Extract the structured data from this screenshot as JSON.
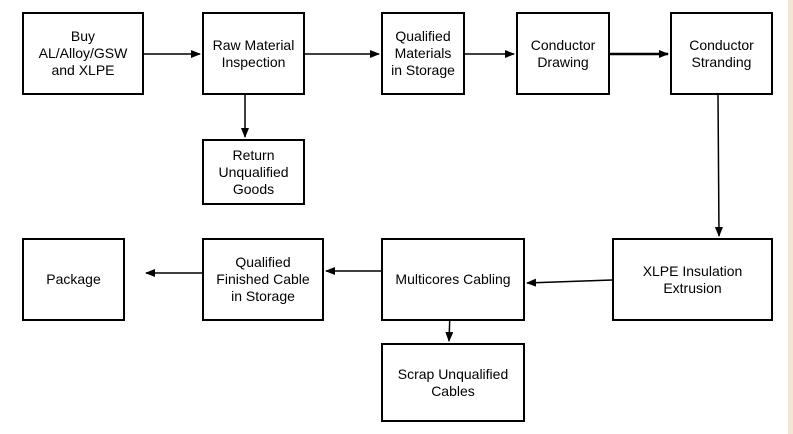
{
  "diagram": {
    "nodes": [
      {
        "id": "buy",
        "label": "Buy\nAL/Alloy/GSW\nand XLPE"
      },
      {
        "id": "inspect",
        "label": "Raw Material\nInspection"
      },
      {
        "id": "storage",
        "label": "Qualified\nMaterials\nin Storage"
      },
      {
        "id": "drawing",
        "label": "Conductor\nDrawing"
      },
      {
        "id": "stranding",
        "label": "Conductor\nStranding"
      },
      {
        "id": "return",
        "label": "Return\nUnqualified\nGoods"
      },
      {
        "id": "xlpe",
        "label": "XLPE Insulation\nExtrusion"
      },
      {
        "id": "multicores",
        "label": "Multicores Cabling"
      },
      {
        "id": "finished",
        "label": "Qualified\nFinished Cable\nin Storage"
      },
      {
        "id": "package",
        "label": "Package"
      },
      {
        "id": "scrap",
        "label": "Scrap Unqualified\nCables"
      }
    ],
    "edges": [
      {
        "from": "buy",
        "to": "inspect"
      },
      {
        "from": "inspect",
        "to": "storage"
      },
      {
        "from": "storage",
        "to": "drawing"
      },
      {
        "from": "drawing",
        "to": "stranding"
      },
      {
        "from": "inspect",
        "to": "return"
      },
      {
        "from": "stranding",
        "to": "xlpe"
      },
      {
        "from": "xlpe",
        "to": "multicores"
      },
      {
        "from": "multicores",
        "to": "finished"
      },
      {
        "from": "finished",
        "to": "package"
      },
      {
        "from": "multicores",
        "to": "scrap"
      }
    ],
    "colors": {
      "stroke": "#000000",
      "background": "#ffffff",
      "edge_strip": "#f4e6d6"
    }
  }
}
